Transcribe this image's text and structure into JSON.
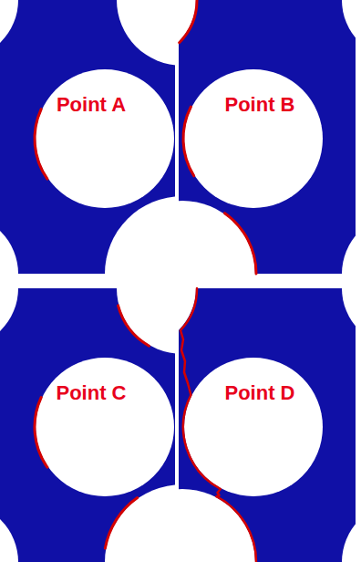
{
  "diagram": {
    "labels": [
      "Point A",
      "Point B",
      "Point C",
      "Point D"
    ]
  }
}
